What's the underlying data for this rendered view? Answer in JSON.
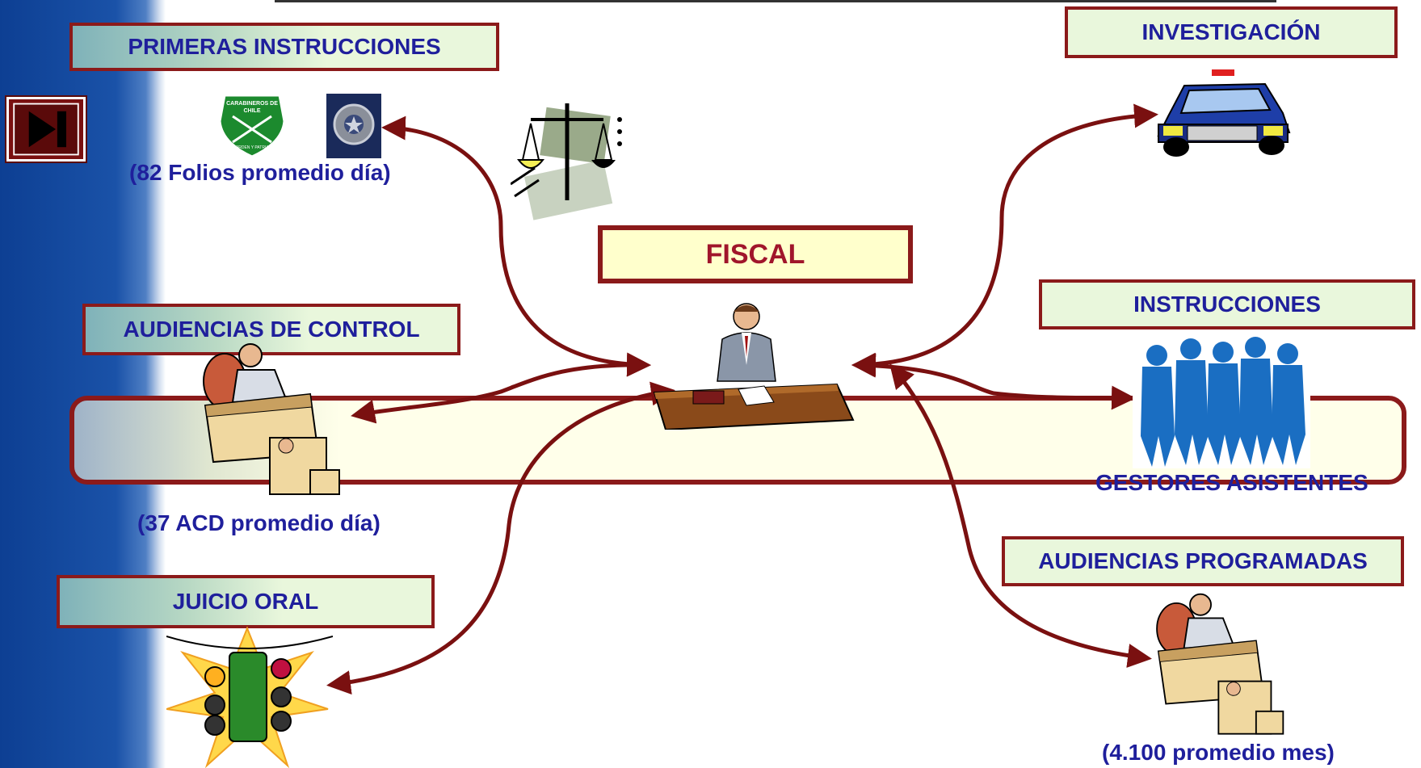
{
  "diagram": {
    "center_label": "FISCAL",
    "boxes": {
      "primeras_instrucciones": "PRIMERAS INSTRUCCIONES",
      "investigacion": "INVESTIGACIÓN",
      "instrucciones": "INSTRUCCIONES",
      "audiencias_de_control": "AUDIENCIAS DE CONTROL",
      "audiencias_programadas": "AUDIENCIAS PROGRAMADAS",
      "juicio_oral": "JUICIO ORAL"
    },
    "captions": {
      "folios": "(82 Folios promedio día)",
      "acd": "(37 ACD promedio día)",
      "gestores": "GESTORES ASISTENTES",
      "promedio_mes": "(4.100 promedio mes)"
    },
    "badges": {
      "carabineros_line1": "CARABINEROS DE",
      "carabineros_line2": "CHILE",
      "carabineros_motto": "ORDEN Y PATRIA"
    }
  },
  "navigation": {
    "skip_icon": "skip-forward-icon"
  },
  "colors": {
    "border": "#8b1a1a",
    "box_fill": "#e9f7dc",
    "text": "#1f1f9c",
    "fiscal_text": "#a0152b",
    "sidebar": "#1a52a8"
  }
}
